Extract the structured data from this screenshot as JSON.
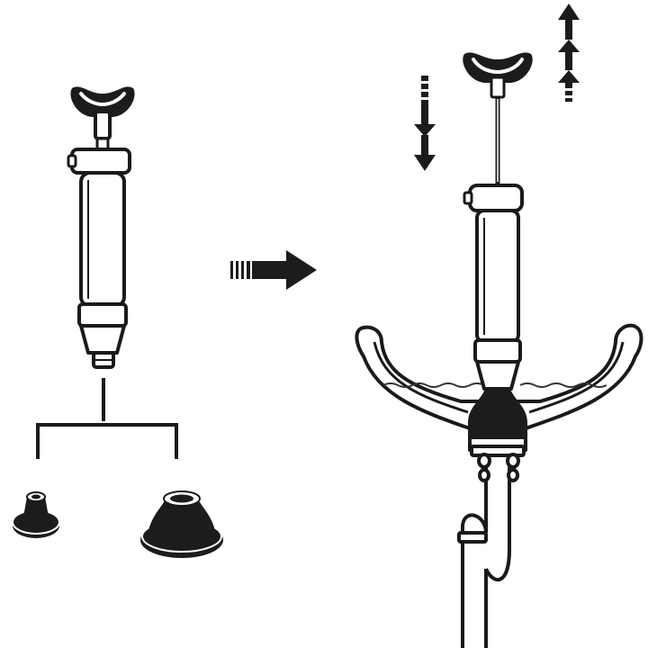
{
  "diagram": {
    "colors": {
      "ink": "#1a1a1a",
      "fill": "#ffffff",
      "rubber": "#1c1c1c",
      "water": "#333333"
    },
    "left_panel": {
      "tool": "pump-plunger",
      "attachments": [
        "small-cup-adapter",
        "large-bell-adapter"
      ]
    },
    "transition_arrow": {
      "direction": "right",
      "style": "dashed-tail"
    },
    "right_panel": {
      "fixture": "double-sink-basin",
      "tool": "pump-plunger",
      "attachment_in_use": "bell-adapter",
      "push_arrow_direction": "down",
      "pull_arrow_direction": "up"
    }
  }
}
